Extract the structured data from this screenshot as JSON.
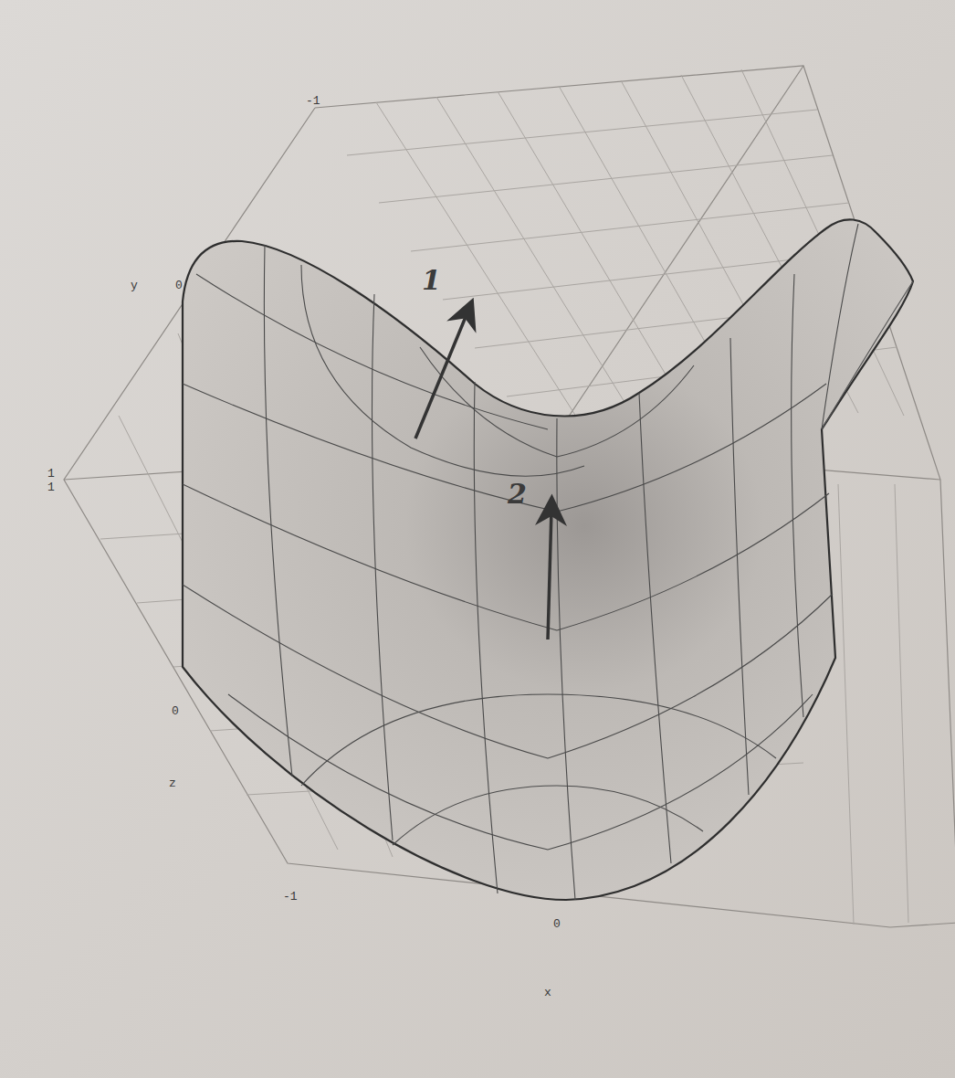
{
  "diagram": {
    "labels": [
      "-1",
      "y",
      "0",
      "1",
      "1",
      "0",
      "z",
      "-1",
      "0",
      "x",
      "1",
      "2"
    ]
  }
}
